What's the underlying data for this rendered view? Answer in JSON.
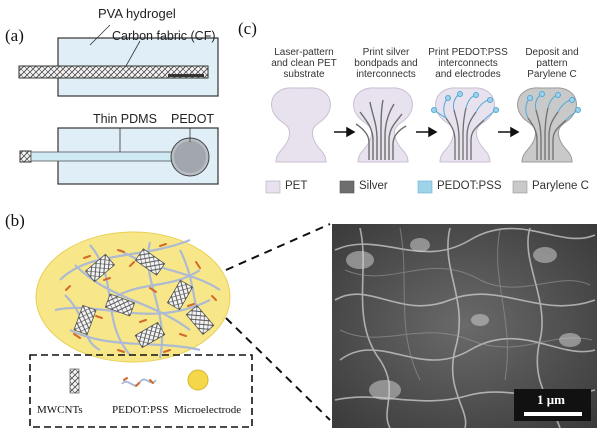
{
  "panels": {
    "a": "(a)",
    "b": "(b)",
    "c": "(c)"
  },
  "a": {
    "pva_label": "PVA hydrogel",
    "cf_label": "Carbon fabric (CF)",
    "pdms_label": "Thin PDMS",
    "pedot_label": "PEDOT"
  },
  "b": {
    "legend": {
      "mwcnt": "MWCNTs",
      "pedotpss": "PEDOT:PSS",
      "electrode": "Microelectrode"
    },
    "scale_bar": "1 μm"
  },
  "c": {
    "steps": [
      [
        "Laser-pattern",
        "and clean PET",
        "substrate"
      ],
      [
        "Print silver",
        "bondpads and",
        "interconnects"
      ],
      [
        "Print PEDOT:PSS",
        "interconnects",
        "and electrodes"
      ],
      [
        "Deposit and",
        "pattern",
        "Parylene C"
      ]
    ],
    "legend": [
      {
        "label": "PET",
        "color": "#e8e2ee"
      },
      {
        "label": "Silver",
        "color": "#6e6e6e"
      },
      {
        "label": "PEDOT:PSS",
        "color": "#9fd3ea"
      },
      {
        "label": "Parylene C",
        "color": "#c9c9c9"
      }
    ]
  }
}
